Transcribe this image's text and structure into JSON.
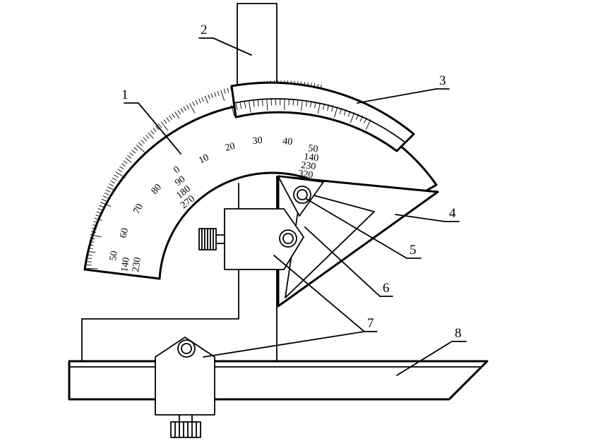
{
  "main_scale": {
    "labels": [
      "60",
      "70",
      "80",
      "0",
      "10",
      "20",
      "30",
      "40",
      "50"
    ],
    "stack_left": [
      "50",
      "140",
      "230"
    ],
    "stack_zero": [
      "0",
      "90",
      "180",
      "270"
    ],
    "stack_right": [
      "50",
      "140",
      "230",
      "320"
    ]
  },
  "callouts": [
    "1",
    "2",
    "3",
    "4",
    "5",
    "6",
    "7",
    "8"
  ]
}
